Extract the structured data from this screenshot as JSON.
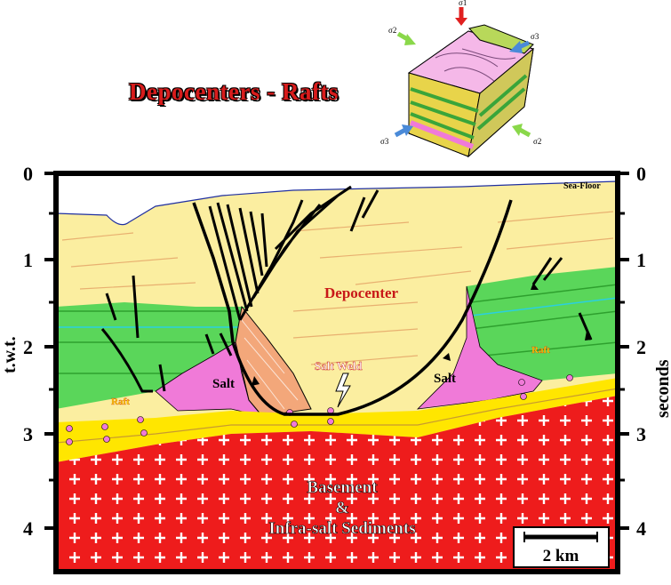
{
  "title": "Depocenters - Rafts",
  "stress_labels": {
    "s1": "σ1",
    "s2_left": "σ2",
    "s2_right": "σ2",
    "s3_left": "σ3",
    "s3_right": "σ3"
  },
  "axis": {
    "left_label": "t.w.t.",
    "right_label": "seconds",
    "ticks": [
      "0",
      "1",
      "2",
      "3",
      "4"
    ]
  },
  "labels": {
    "sea_floor": "Sea-Floor",
    "depocenter": "Depocenter",
    "salt_weld": "Salt Weld",
    "salt_left": "Salt",
    "salt_right": "Salt",
    "raft_left": "Raft",
    "raft_right": "Raft",
    "basement_line1": "Basement",
    "basement_line2": "&",
    "basement_line3": "Infra-salt Sediments"
  },
  "scale_bar": {
    "label": "2 km"
  },
  "colors": {
    "sediment_yellow": "#fbeea0",
    "sediment_green": "#5ad65a",
    "salt_pink": "#f07ad8",
    "basement_red": "#ee1c1c",
    "sand_yellow": "#ffe600",
    "fault_black": "#000000",
    "title_red": "#d81c1c"
  }
}
